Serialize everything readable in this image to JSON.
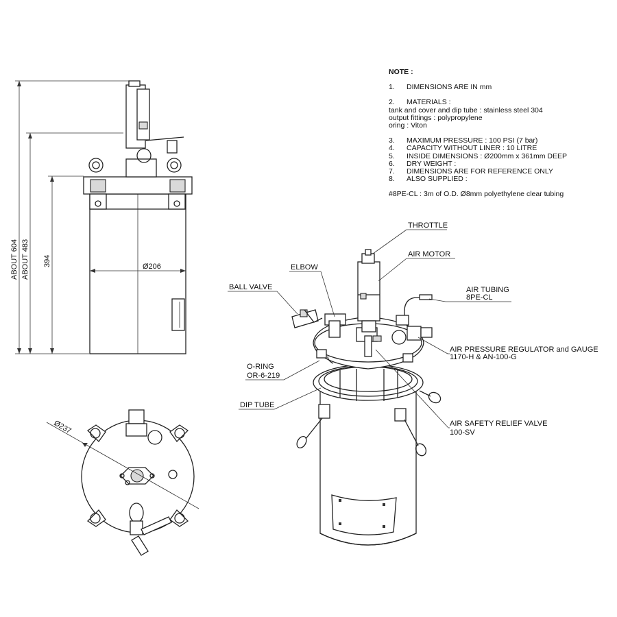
{
  "notes": {
    "heading": "NOTE :",
    "n1": "DIMENSIONS ARE IN mm",
    "n2": "MATERIALS :",
    "n2a": "tank and cover and dip tube : stainless steel 304",
    "n2b": "output fittings : polypropylene",
    "n2c": "oring : Viton",
    "n3": "MAXIMUM PRESSURE : 100 PSI (7 bar)",
    "n4": "CAPACITY WITHOUT LINER : 10 LITRE",
    "n5": "INSIDE DIMENSIONS : Ø200mm x 361mm DEEP",
    "n6": "DRY WEIGHT :",
    "n7": "DIMENSIONS ARE FOR REFERENCE ONLY",
    "n8": "ALSO SUPPLIED :",
    "supplied": "#8PE-CL : 3m of O.D. Ø8mm polyethylene clear tubing",
    "nums": [
      "1.",
      "2.",
      "3.",
      "4.",
      "5.",
      "6.",
      "7.",
      "8."
    ]
  },
  "dimensions": {
    "overall": "ABOUT 604",
    "body_top": "ABOUT 483",
    "tank": "394",
    "tank_dia": "Ø206",
    "cover_dia": "Ø237"
  },
  "callouts": {
    "throttle": "THROTTLE",
    "air_motor": "AIR MOTOR",
    "elbow": "ELBOW",
    "ball_valve": "BALL VALVE",
    "air_tubing": "AIR TUBING",
    "air_tubing_code": "8PE-CL",
    "regulator": "AIR PRESSURE REGULATOR and GAUGE",
    "regulator_code": "1170-H  &  AN-100-G",
    "oring": "O-RING",
    "oring_code": "OR-6-219",
    "dip_tube": "DIP TUBE",
    "relief_valve": "AIR SAFETY RELIEF VALVE",
    "relief_code": "100-SV"
  }
}
